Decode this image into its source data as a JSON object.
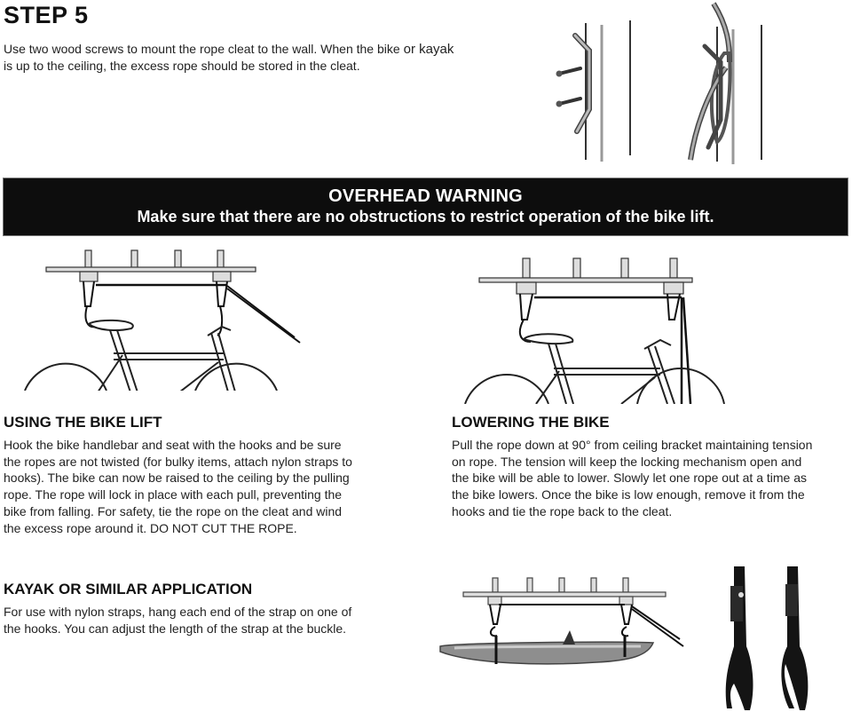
{
  "step": {
    "title": "STEP 5",
    "text_line1": "Use two wood screws to mount the rope cleat to the wall. When the bike",
    "text_line1_extra": "or kayak",
    "text_line2": "is up to the ceiling, the excess rope should be stored in the cleat."
  },
  "warning": {
    "title": "OVERHEAD WARNING",
    "text": "Make sure that there are no obstructions to restrict operation of the bike lift."
  },
  "using": {
    "title": "USING THE BIKE LIFT",
    "lines": [
      "Hook the bike handlebar and seat with the hooks and be sure",
      "the ropes are not twisted (for bulky items, attach nylon straps to",
      "hooks). The bike can now be raised to the ceiling by the pulling",
      "rope. The rope will lock in place with each pull, preventing the",
      "bike from falling. For safety, tie the rope on the cleat and wind",
      "the excess rope around it. DO NOT CUT THE ROPE."
    ]
  },
  "lowering": {
    "title": "LOWERING THE BIKE",
    "lines": [
      "Pull the rope down at 90° from ceiling bracket maintaining tension",
      "on rope. The tension will keep the locking mechanism open and",
      "the bike will be able to lower. Slowly let one rope out at a time as",
      "the bike lowers. Once the bike is low enough, remove it from the",
      "hooks and tie the rope back to the cleat."
    ]
  },
  "kayak": {
    "title": "KAYAK OR SIMILAR APPLICATION",
    "lines": [
      "For use with nylon straps, hang each end of the strap on one of",
      "the hooks.  You can adjust the length of the strap at the buckle."
    ]
  },
  "colors": {
    "warning_bg": "#0d0d0d",
    "warning_text": "#ffffff",
    "text": "#222222"
  },
  "illustrations": [
    "rope-cleat-with-screws",
    "rope-cleat-with-rope-wound",
    "bike-lift-raising",
    "bike-lift-lowering",
    "kayak-lift",
    "nylon-straps"
  ]
}
